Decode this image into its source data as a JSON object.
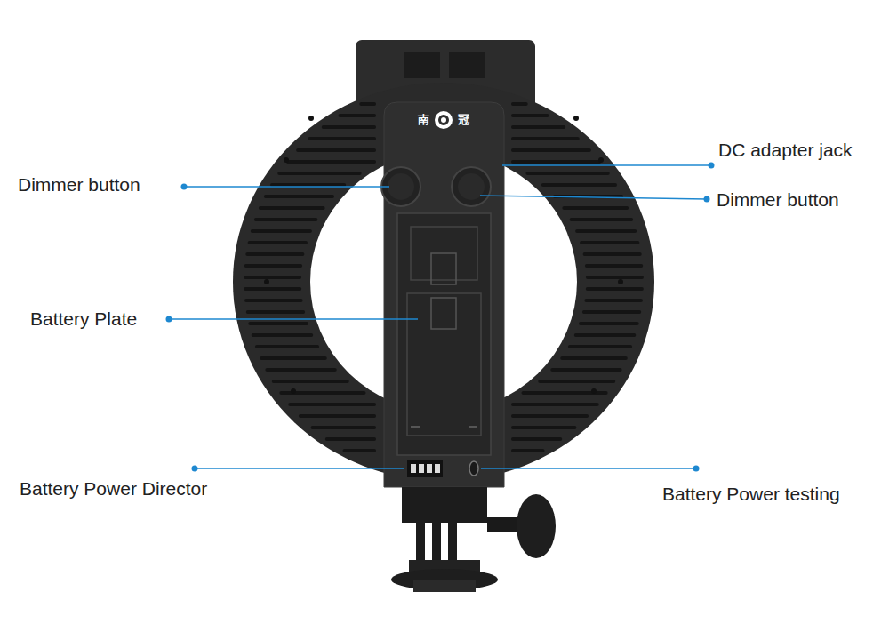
{
  "diagram": {
    "labels": [
      "Dimmer button",
      "DC adapter jack",
      "Dimmer button",
      "Battery Plate",
      "Battery Power Director",
      "Battery Power testing",
      "南",
      "冠"
    ]
  }
}
